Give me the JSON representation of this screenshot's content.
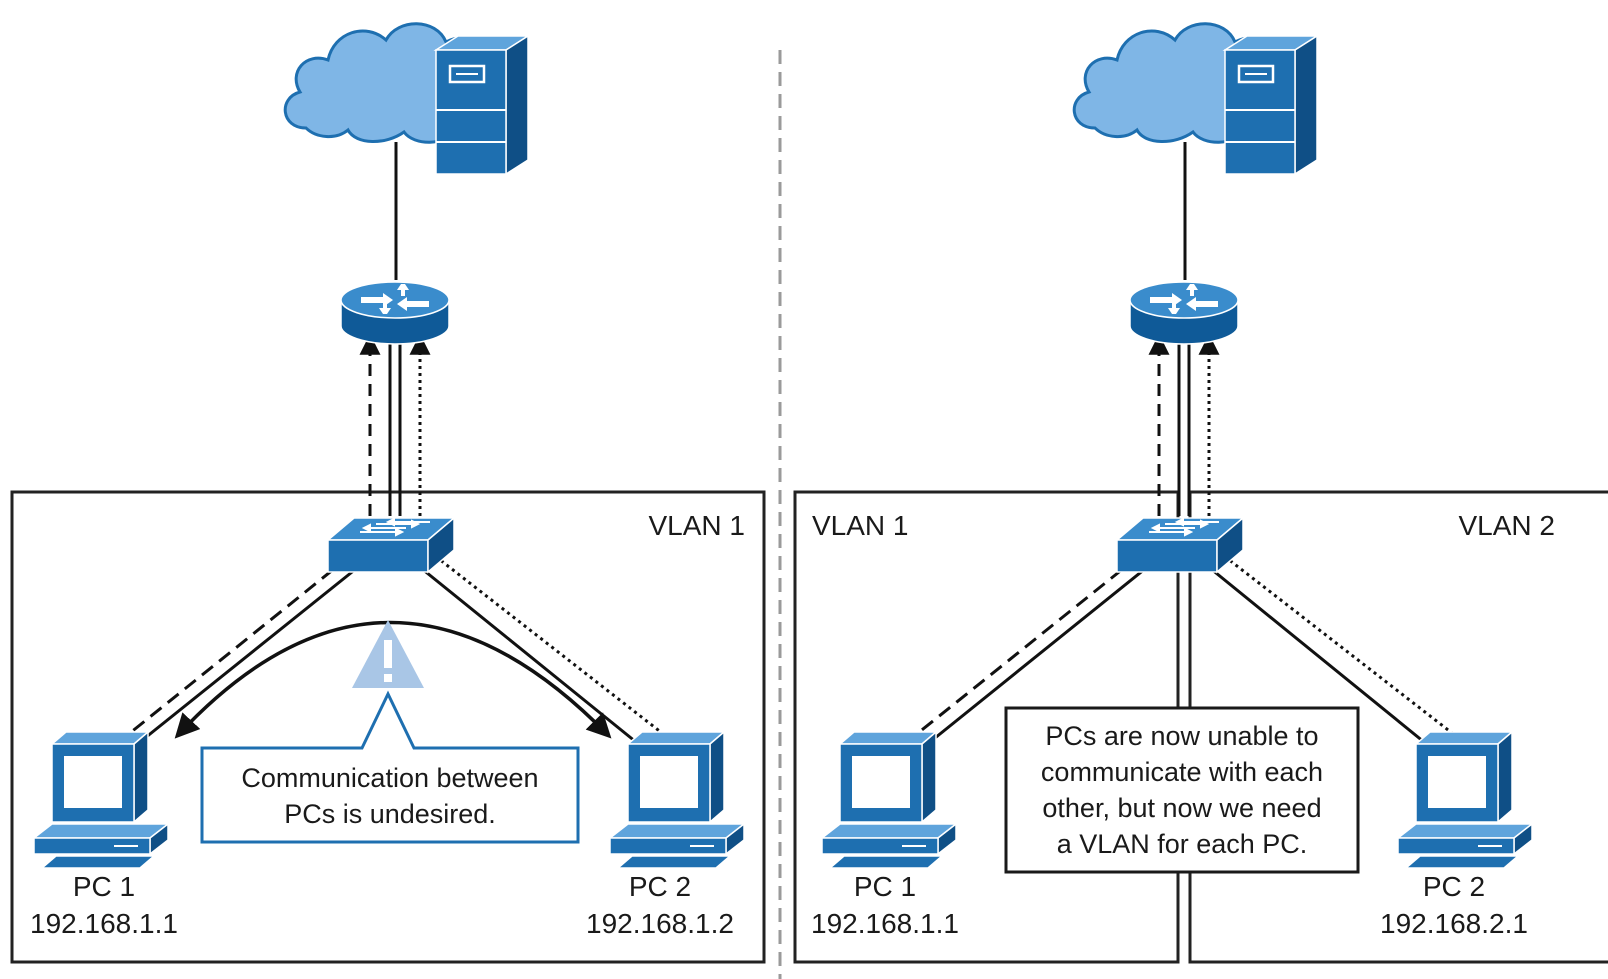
{
  "colors": {
    "device_blue": "#1e6fb0",
    "device_light": "#4f9bd4",
    "device_dark": "#0f4f86",
    "cloud_fill": "#7fb6e6",
    "cloud_stroke": "#1e6fb0",
    "warning_fill": "#a9c6e6",
    "callout_border_left": "#1e6fb0",
    "callout_border_right": "#1a1a1a"
  },
  "left": {
    "vlan_label": "VLAN 1",
    "callout": [
      "Communication between",
      "PCs is undesired."
    ],
    "warning_icon": "exclamation-triangle-icon",
    "pc1": {
      "name": "PC 1",
      "ip": "192.168.1.1"
    },
    "pc2": {
      "name": "PC 2",
      "ip": "192.168.1.2"
    }
  },
  "right": {
    "vlan1_label": "VLAN 1",
    "vlan2_label": "VLAN 2",
    "callout": [
      "PCs are now unable to",
      "communicate with each",
      "other, but now we need",
      "a VLAN for each PC."
    ],
    "pc1": {
      "name": "PC 1",
      "ip": "192.168.1.1"
    },
    "pc2": {
      "name": "PC 2",
      "ip": "192.168.2.1"
    }
  },
  "icons": {
    "cloud": "cloud-icon",
    "server": "server-icon",
    "router": "router-icon",
    "switch": "switch-icon",
    "pc": "pc-icon"
  }
}
